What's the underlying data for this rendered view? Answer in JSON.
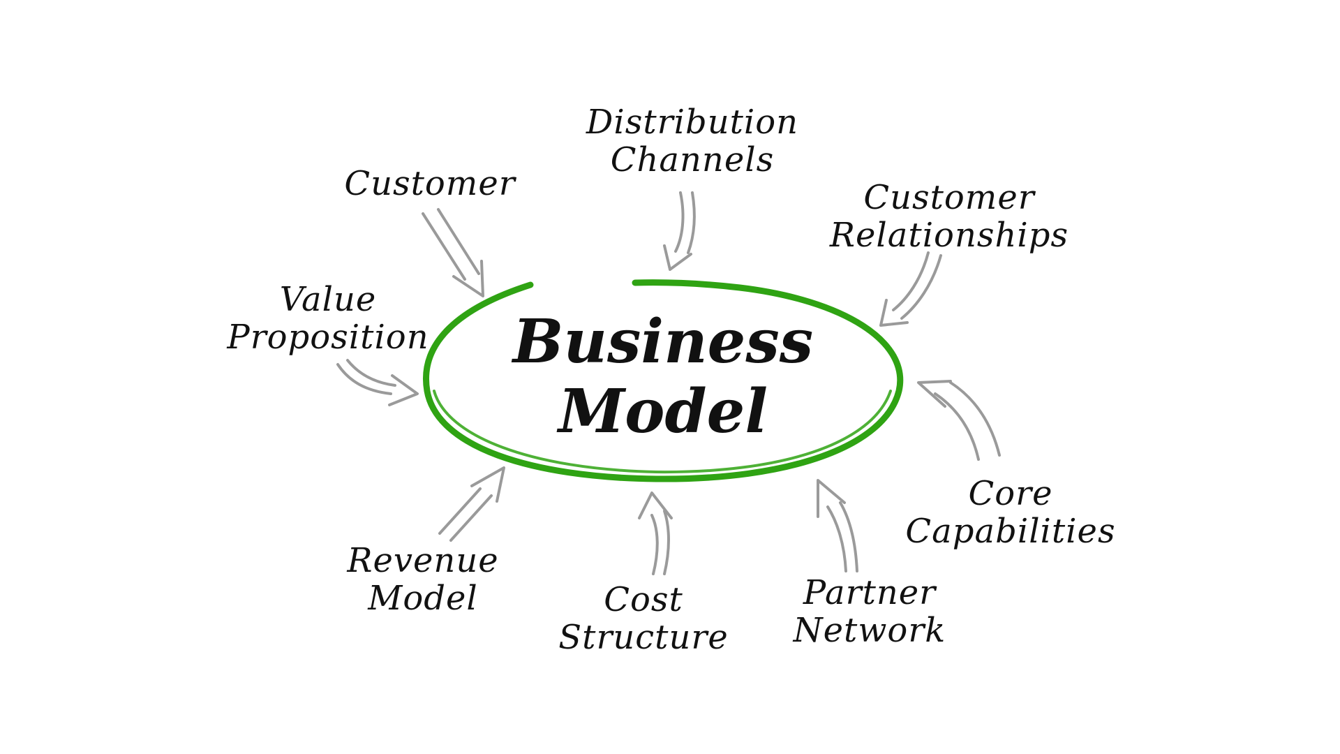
{
  "center": {
    "line1": "Business",
    "line2": "Model",
    "ring_color": "#2fa313"
  },
  "elements": {
    "customer": {
      "line1": "Customer"
    },
    "distribution_channels": {
      "line1": "Distribution",
      "line2": "Channels"
    },
    "customer_relationships": {
      "line1": "Customer",
      "line2": "Relationships"
    },
    "value_proposition": {
      "line1": "Value",
      "line2": "Proposition"
    },
    "core_capabilities": {
      "line1": "Core",
      "line2": "Capabilities"
    },
    "revenue_model": {
      "line1": "Revenue",
      "line2": "Model"
    },
    "cost_structure": {
      "line1": "Cost",
      "line2": "Structure"
    },
    "partner_network": {
      "line1": "Partner",
      "line2": "Network"
    }
  },
  "arrow_color": "#9a9a9a"
}
